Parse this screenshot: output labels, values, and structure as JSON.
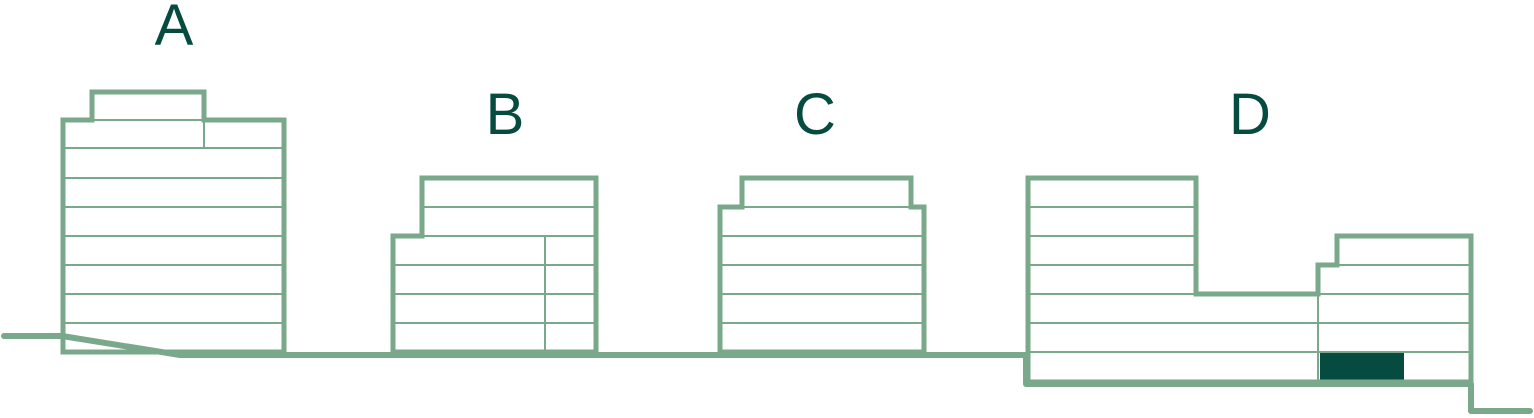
{
  "colors": {
    "outline": "#7aa88a",
    "label": "#064b3f",
    "highlight": "#064b3f",
    "background": "#ffffff"
  },
  "buildings": [
    {
      "id": "A",
      "label": "A"
    },
    {
      "id": "B",
      "label": "B"
    },
    {
      "id": "C",
      "label": "C"
    },
    {
      "id": "D",
      "label": "D"
    }
  ]
}
